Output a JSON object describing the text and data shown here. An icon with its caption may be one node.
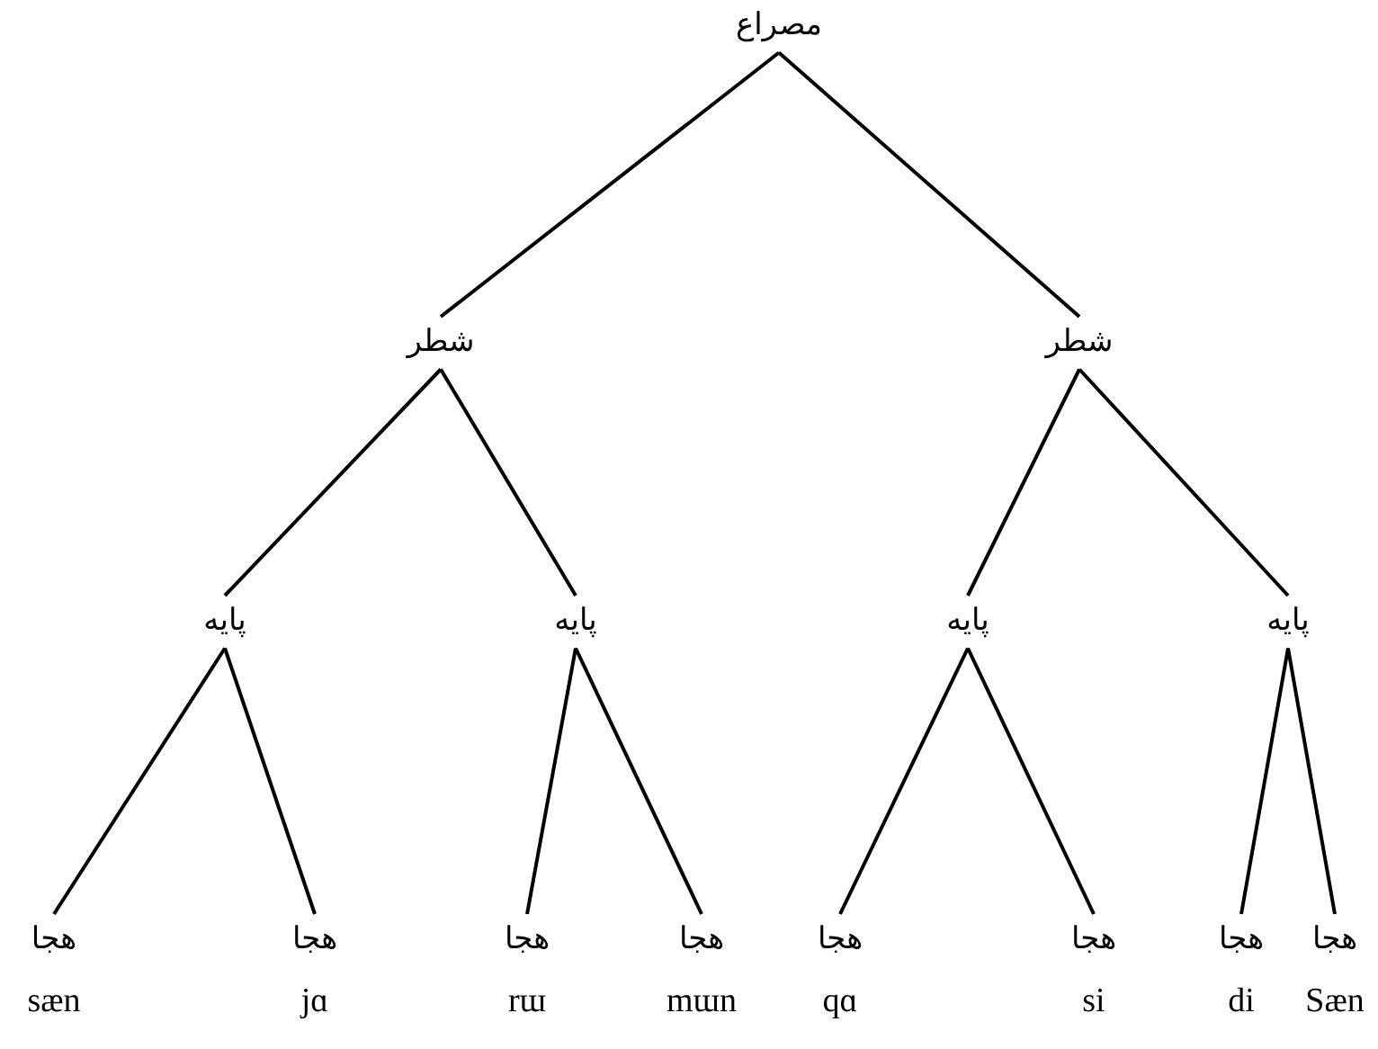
{
  "diagram": {
    "nodes": [
      {
        "text": [
          "مصراع"
        ]
      },
      {
        "text": [
          "شطر"
        ]
      },
      {
        "text": [
          "شطر"
        ]
      },
      {
        "text": [
          "پایه"
        ]
      },
      {
        "text": [
          "پایه"
        ]
      },
      {
        "text": [
          "پایه"
        ]
      },
      {
        "text": [
          "پایه"
        ]
      },
      {
        "text": [
          "هجا",
          "sæn"
        ]
      },
      {
        "text": [
          "هجا",
          "jɑ"
        ]
      },
      {
        "text": [
          "هجا",
          "rɯ"
        ]
      },
      {
        "text": [
          "هجا",
          "mɯn"
        ]
      },
      {
        "text": [
          "هجا",
          "qɑ"
        ]
      },
      {
        "text": [
          "هجا",
          "si"
        ]
      },
      {
        "text": [
          "هجا",
          "di"
        ]
      },
      {
        "text": [
          "هجا",
          "Sæn"
        ]
      }
    ],
    "edges": [
      {
        "from": 0,
        "to": 1,
        "arrow": "none"
      },
      {
        "from": 0,
        "to": 2,
        "arrow": "none"
      },
      {
        "from": 1,
        "to": 3,
        "arrow": "none"
      },
      {
        "from": 1,
        "to": 4,
        "arrow": "none"
      },
      {
        "from": 2,
        "to": 5,
        "arrow": "none"
      },
      {
        "from": 2,
        "to": 6,
        "arrow": "none"
      },
      {
        "from": 3,
        "to": 7,
        "arrow": "none"
      },
      {
        "from": 3,
        "to": 8,
        "arrow": "none"
      },
      {
        "from": 4,
        "to": 9,
        "arrow": "none"
      },
      {
        "from": 4,
        "to": 10,
        "arrow": "none"
      },
      {
        "from": 5,
        "to": 11,
        "arrow": "none"
      },
      {
        "from": 5,
        "to": 12,
        "arrow": "none"
      },
      {
        "from": 6,
        "to": 13,
        "arrow": "none"
      },
      {
        "from": 6,
        "to": 14,
        "arrow": "none"
      }
    ]
  }
}
